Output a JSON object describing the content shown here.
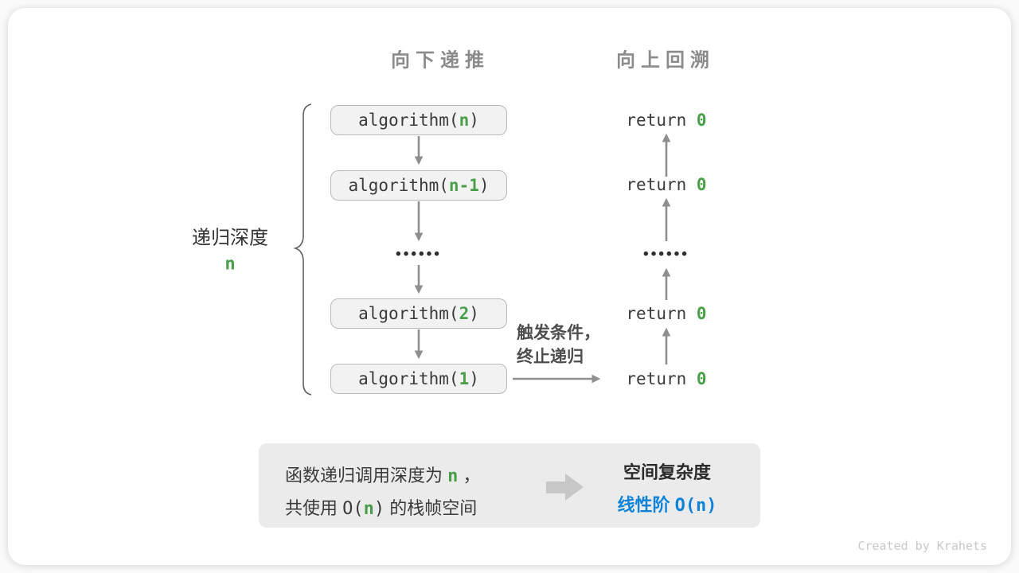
{
  "colors": {
    "green": "#4a9e4a",
    "blue": "#0e83d8",
    "arrow-gray": "#8f8f8f",
    "box-bg": "#f2f2f2",
    "box-border": "#b9b9b9",
    "heading-gray": "#8b8b8b",
    "text-dark": "#3a3a3a",
    "summary-bg": "#ebebeb",
    "credit-gray": "#c9c9c9"
  },
  "headings": {
    "down": "向下递推",
    "up": "向上回溯"
  },
  "depth_label": {
    "text": "递归深度",
    "value": "n"
  },
  "call_stack": [
    {
      "pre": "algorithm(",
      "arg": "n",
      "post": ")"
    },
    {
      "pre": "algorithm(",
      "arg": "n-1",
      "post": ")"
    },
    {
      "pre": "algorithm(",
      "arg": "2",
      "post": ")"
    },
    {
      "pre": "algorithm(",
      "arg": "1",
      "post": ")"
    }
  ],
  "returns": [
    {
      "kw": "return ",
      "val": "0"
    },
    {
      "kw": "return ",
      "val": "0"
    },
    {
      "kw": "return ",
      "val": "0"
    },
    {
      "kw": "return ",
      "val": "0"
    }
  ],
  "ellipsis": "••••••",
  "trigger": {
    "line1": "触发条件，",
    "line2": "终止递归"
  },
  "summary": {
    "line1_pre": "函数递归调用深度为 ",
    "line1_var": "n",
    "line1_post": " ，",
    "line2_pre": "共使用 ",
    "line2_o_open": "O(",
    "line2_var": "n",
    "line2_o_close": ")",
    "line2_post": " 的栈帧空间",
    "right_title": "空间复杂度",
    "right_class": "线性阶 ",
    "right_big_o": "O(n)"
  },
  "credit": "Created by Krahets"
}
